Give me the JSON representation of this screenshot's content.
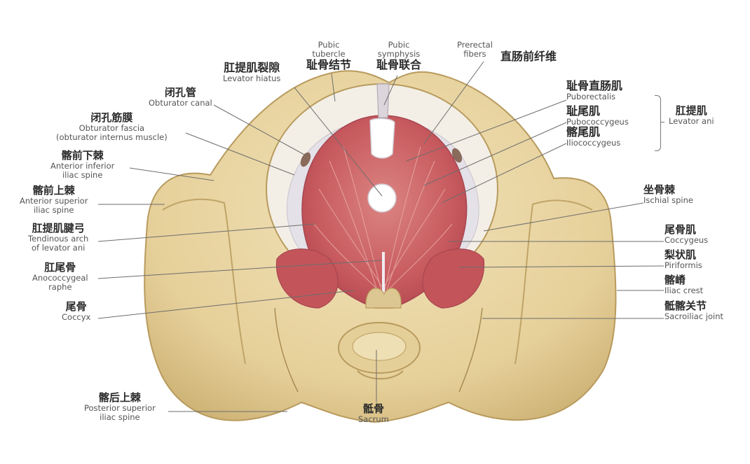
{
  "labels": {
    "pubic_tubercle": {
      "en": "Pubic\ntubercle",
      "cn": "耻骨结节"
    },
    "pubic_symphysis": {
      "en": "Pubic\nsymphysis",
      "cn": "耻骨联合"
    },
    "prerectal_fibers": {
      "en": "Prerectal\nfibers",
      "cn": "直肠前纤维"
    },
    "levator_hiatus": {
      "cn": "肛提肌裂隙",
      "en": "Levator hiatus"
    },
    "obturator_canal": {
      "cn": "闭孔管",
      "en": "Obturator canal"
    },
    "obturator_fascia": {
      "cn": "闭孔筋膜",
      "en": "Obturator fascia",
      "en2": "(obturator internus muscle)"
    },
    "anterior_inferior_iliac_spine": {
      "cn": "髂前下棘",
      "en": "Anterior inferior",
      "en2": "iliac spine"
    },
    "anterior_superior_iliac_spine": {
      "cn": "髂前上棘",
      "en": "Anterior superior",
      "en2": "iliac spine"
    },
    "tendinous_arch": {
      "cn": "肛提肌腱弓",
      "en": "Tendinous arch",
      "en2": "of levator ani"
    },
    "anococcygeal_raphe": {
      "cn": "肛尾骨",
      "en": "Anococcygeal",
      "en2": "raphe"
    },
    "coccyx": {
      "cn": "尾骨",
      "en": "Coccyx"
    },
    "posterior_superior_iliac_spine": {
      "cn": "髂后上棘",
      "en": "Posterior superior",
      "en2": "iliac spine"
    },
    "sacrum": {
      "cn": "骶骨",
      "en": "Sacrum"
    },
    "puborectalis": {
      "cn": "耻骨直肠肌",
      "en": "Puborectalis"
    },
    "pubococcygeus": {
      "cn": "耻尾肌",
      "en": "Pubococcygeus"
    },
    "iliococcygeus": {
      "cn": "髂尾肌",
      "en": "Iliococcygeus"
    },
    "levator_ani": {
      "cn": "肛提肌",
      "en": "Levator ani"
    },
    "ischial_spine": {
      "cn": "坐骨棘",
      "en": "Ischial spine"
    },
    "coccygeus": {
      "cn": "尾骨肌",
      "en": "Coccygeus"
    },
    "piriformis": {
      "cn": "梨状肌",
      "en": "Piriformis"
    },
    "iliac_crest": {
      "cn": "髂嵴",
      "en": "Iliac crest"
    },
    "sacroiliac_joint": {
      "cn": "骶髂关节",
      "en": "Sacroiliac joint"
    }
  },
  "colors": {
    "bone": "#e9d6a4",
    "bone_shadow": "#c9ae6e",
    "muscle": "#c85a5e",
    "muscle_light": "#de8c8a",
    "fascia": "#e7e4ea",
    "leader": "#6d6d6d"
  }
}
